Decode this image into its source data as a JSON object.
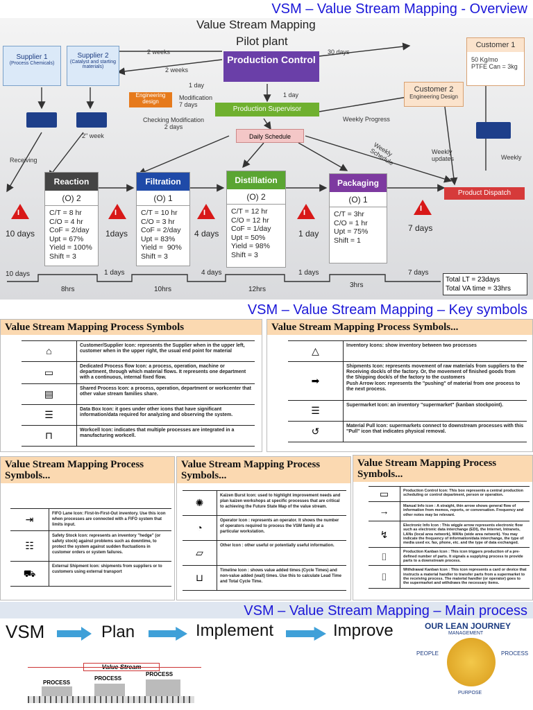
{
  "banners": [
    "VSM – Value Stream Mapping - Overview",
    "VSM – Value Stream Mapping – Key symbols",
    "VSM – Value Stream Mapping – Main process"
  ],
  "vsm": {
    "title": "Value Stream Mapping",
    "subtitle": "Pilot plant",
    "supplier1": "Supplier 1",
    "supplier1_sub": "(Process Chemicals)",
    "supplier2": "Supplier 2",
    "supplier2_sub": "(Catalyst and starting materials)",
    "customer1": "Customer 1",
    "customer1_sub": "50 Kg/mo\nPTFE Can = 3kg",
    "customer2": "Customer 2",
    "customer2_sub": "Engineering Design",
    "production_control": "Production Control",
    "production_supervisor": "Production Supervisor",
    "engineering_design": "Engineering design",
    "daily_schedule": "Daily Schedule",
    "product_dispatch": "Product Dispatch",
    "labels": {
      "weeks1": "2 weeks",
      "weeks2": "2 weeks",
      "days30": "30 days",
      "day1a": "1 day",
      "day1b": "1 day",
      "modification": "Modification\n7 days",
      "checking": "Checking Modification\n2 days",
      "week2": "2\" week",
      "receiving": "Receiving",
      "weekly_progress": "Weekly Progress",
      "weekly_schedule": "Weekly\nSchedule",
      "weekly_updates": "Weekly\nupdates",
      "weekly": "Weekly"
    },
    "processes": [
      {
        "name": "Reaction",
        "ops": "(O) 2",
        "data": "C/T = 8 hr\nC/O = 4 hr\nCoF = 2/day\nUpt = 67%\nYield = 100%\nShift = 3",
        "color": "#444"
      },
      {
        "name": "Filtration",
        "ops": "(O) 1",
        "data": "C/T = 10 hr\nC/O = 3 hr\nCoF = 2/day\nUpt = 83%\nYield =  90%\nShift = 3",
        "color": "#1f4aa8"
      },
      {
        "name": "Distillation",
        "ops": "(O) 2",
        "data": "C/T = 12 hr\nC/O = 12 hr\nCoF = 1/day\nUpt = 50%\nYield = 98%\nShift = 3",
        "color": "#5aa532"
      },
      {
        "name": "Packaging",
        "ops": "(O) 1",
        "data": "C/T = 3hr\nC/O = 1 hr\nUpt = 75%\nShift = 1",
        "color": "#7d3aa0"
      }
    ],
    "inventory_days": [
      "10 days",
      "1days",
      "4 days",
      "1 day",
      "7 days"
    ],
    "timeline_days": [
      "10 days",
      "1 days",
      "4 days",
      "1 days",
      "7 days"
    ],
    "timeline_hrs": [
      "8hrs",
      "10hrs",
      "12hrs",
      "3hrs"
    ],
    "total_lt": "Total LT = 23days",
    "total_va": "Total VA time = 33hrs"
  },
  "cards": [
    {
      "title": "Value Stream Mapping Process Symbols",
      "rows": [
        {
          "icon": "factory-icon",
          "text": "Customer/Supplier Icon: represents the Supplier when in the upper left, customer when in the upper right, the usual end point for material"
        },
        {
          "icon": "process-box-icon",
          "text": "Dedicated Process flow Icon: a process, operation, machine or department, through which material flows. It represents one department with a continuous, internal fixed flow."
        },
        {
          "icon": "shared-process-icon",
          "text": "Shared Process Icon: a process, operation, department or workcenter that other value stream families share."
        },
        {
          "icon": "data-box-icon",
          "text": "Data Box Icon: it goes under other icons that have significant information/data required for analyzing and observing the system."
        },
        {
          "icon": "workcell-icon",
          "text": "Workcell Icon: indicates that multiple processes are integrated in a manufacturing workcell."
        }
      ]
    },
    {
      "title": "Value Stream Mapping Process Symbols...",
      "rows": [
        {
          "icon": "inventory-icon",
          "text": "Inventory Icons: show inventory between two processes"
        },
        {
          "icon": "shipment-icon",
          "text": "Shipments Icon: represents movement of raw materials from suppliers to the Receiving dock/s of the factory. Or, the movement of finished goods from the Shipping dock/s of the factory to the customers\nPush Arrow Icon: represents the \"pushing\" of material from one process to the next process."
        },
        {
          "icon": "supermarket-icon",
          "text": "Supermarket Icon: an inventory \"supermarket\" (kanban stockpoint)."
        },
        {
          "icon": "pull-icon",
          "text": "Material Pull Icon: supermarkets connect to downstream processes with this \"Pull\" icon that indicates physical removal."
        }
      ]
    },
    {
      "title": "Value Stream Mapping Process Symbols...",
      "rows": [
        {
          "icon": "fifo-icon",
          "text": "FIFO Lane Icon: First-In-First-Out inventory. Use this icon when processes are connected with a FIFO system that limits input."
        },
        {
          "icon": "safety-stock-icon",
          "text": "Safety Stock Icon: represents an inventory \"hedge\" (or safety stock) against problems such as downtime, to protect the system against sudden fluctuations in customer orders or system failures."
        },
        {
          "icon": "truck-icon",
          "text": "External Shipment Icon: shipments from suppliers or to customers using external transport"
        }
      ]
    },
    {
      "title": "Value Stream Mapping Process Symbols...",
      "rows": [
        {
          "icon": "kaizen-burst-icon",
          "text": "Kaizen Burst Icon: used to highlight improvement needs and plan kaizen workshops at specific processes that are critical to achieving the Future State Map of the value stream."
        },
        {
          "icon": "operator-icon",
          "text": "Operator Icon : represents an operator. It shows the number of operators required to process the VSM family at a particular workstation."
        },
        {
          "icon": "other-icon",
          "text": "Other Icon : other useful or potentially useful information."
        },
        {
          "icon": "timeline-icon",
          "text": "Timeline Icon : shows value added times (Cycle Times) and non-value added (wait) times. Use this to calculate Lead Time and Total Cycle Time."
        }
      ]
    },
    {
      "title": "Value Stream Mapping Process Symbols...",
      "rows": [
        {
          "icon": "production-control-icon",
          "text": "Production Control Icon: This box represents a central production scheduling or control department, person or operation."
        },
        {
          "icon": "manual-info-icon",
          "text": "Manual Info icon : A straight, thin arrow shows general flow of information from memos, reports, or conversation. Frequency and other notes may be relevant."
        },
        {
          "icon": "electronic-info-icon",
          "text": "Electronic Info Icon : This wiggle arrow represents electronic flow such as electronic data interchange (EDI), the Internet, Intranets, LANs (local area network), WANs (wide area network). You may indicate the frequency of information/data interchange, the type of media used ex. fax, phone, etc. and the type of data exchanged."
        },
        {
          "icon": "production-kanban-icon",
          "text": "Production Kanban Icon : This icon triggers production of a pre-defined number of parts. It signals a supplying process to provide parts to a downstream process."
        },
        {
          "icon": "withdrawal-kanban-icon",
          "text": "Withdrawal Kanban Icon : This icon represents a card or device that instructs a material handler to transfer parts from a supermarket to the receiving process. The material handler (or operator) goes to the supermarket and withdraws the necessary items."
        }
      ]
    }
  ],
  "main": {
    "steps": [
      "VSM",
      "Plan",
      "Implement",
      "Improve"
    ],
    "value_stream": "Value Stream",
    "process_labels": [
      "PROCESS",
      "PROCESS",
      "PROCESS"
    ],
    "journey_title": "OUR LEAN JOURNEY",
    "journey_sub": "MANAGEMENT",
    "people": "PEOPLE",
    "process": "PROCESS",
    "purpose": "PURPOSE"
  }
}
